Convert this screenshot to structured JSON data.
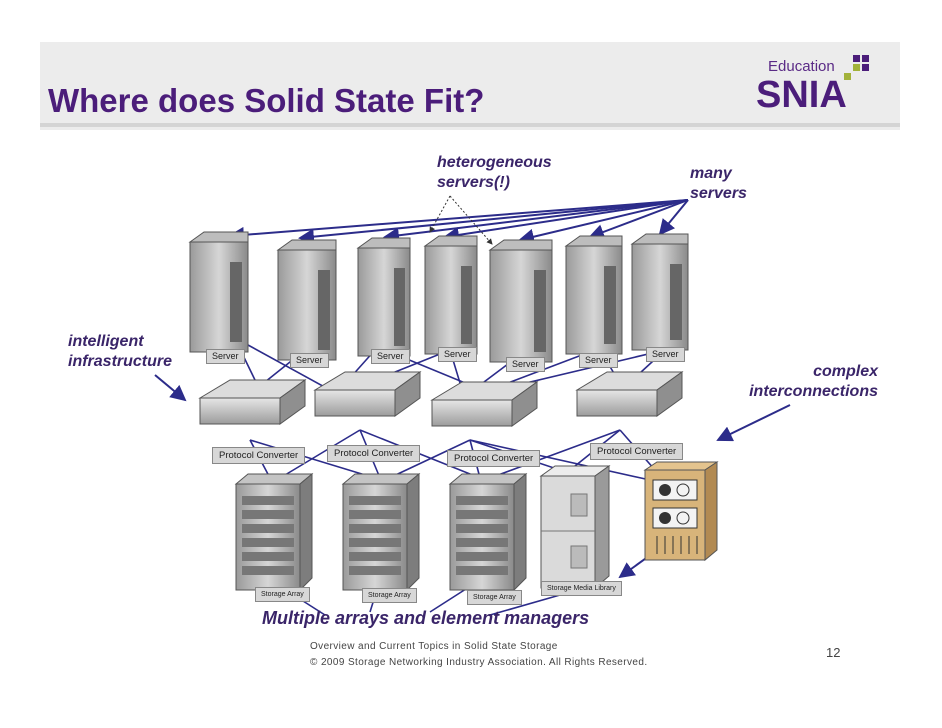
{
  "slide": {
    "title": "Where does Solid State Fit?",
    "number": "12"
  },
  "logo": {
    "education": "Education",
    "brand": "SNIA"
  },
  "labels": {
    "heterogeneous_line1": "heterogeneous",
    "heterogeneous_line2": "servers(!)",
    "many_line1": "many",
    "many_line2": "servers",
    "intelligent_line1": "intelligent",
    "intelligent_line2": "infrastructure",
    "complex_line1": "complex",
    "complex_line2": "interconnections",
    "multiple": "Multiple arrays and element managers"
  },
  "equipment": {
    "server_tag": "Server",
    "converter_tag": "Protocol Converter",
    "array_tag": "Storage Array",
    "media_tag": "Storage Media Library"
  },
  "footer": {
    "line1": "Overview and Current Topics in Solid State Storage",
    "line2": "© 2009 Storage Networking Industry Association. All Rights Reserved."
  },
  "colors": {
    "title": "#4b1d7a",
    "label": "#3a2569",
    "arrow": "#2c2c8a",
    "logo_accent": "#a2b23a"
  }
}
